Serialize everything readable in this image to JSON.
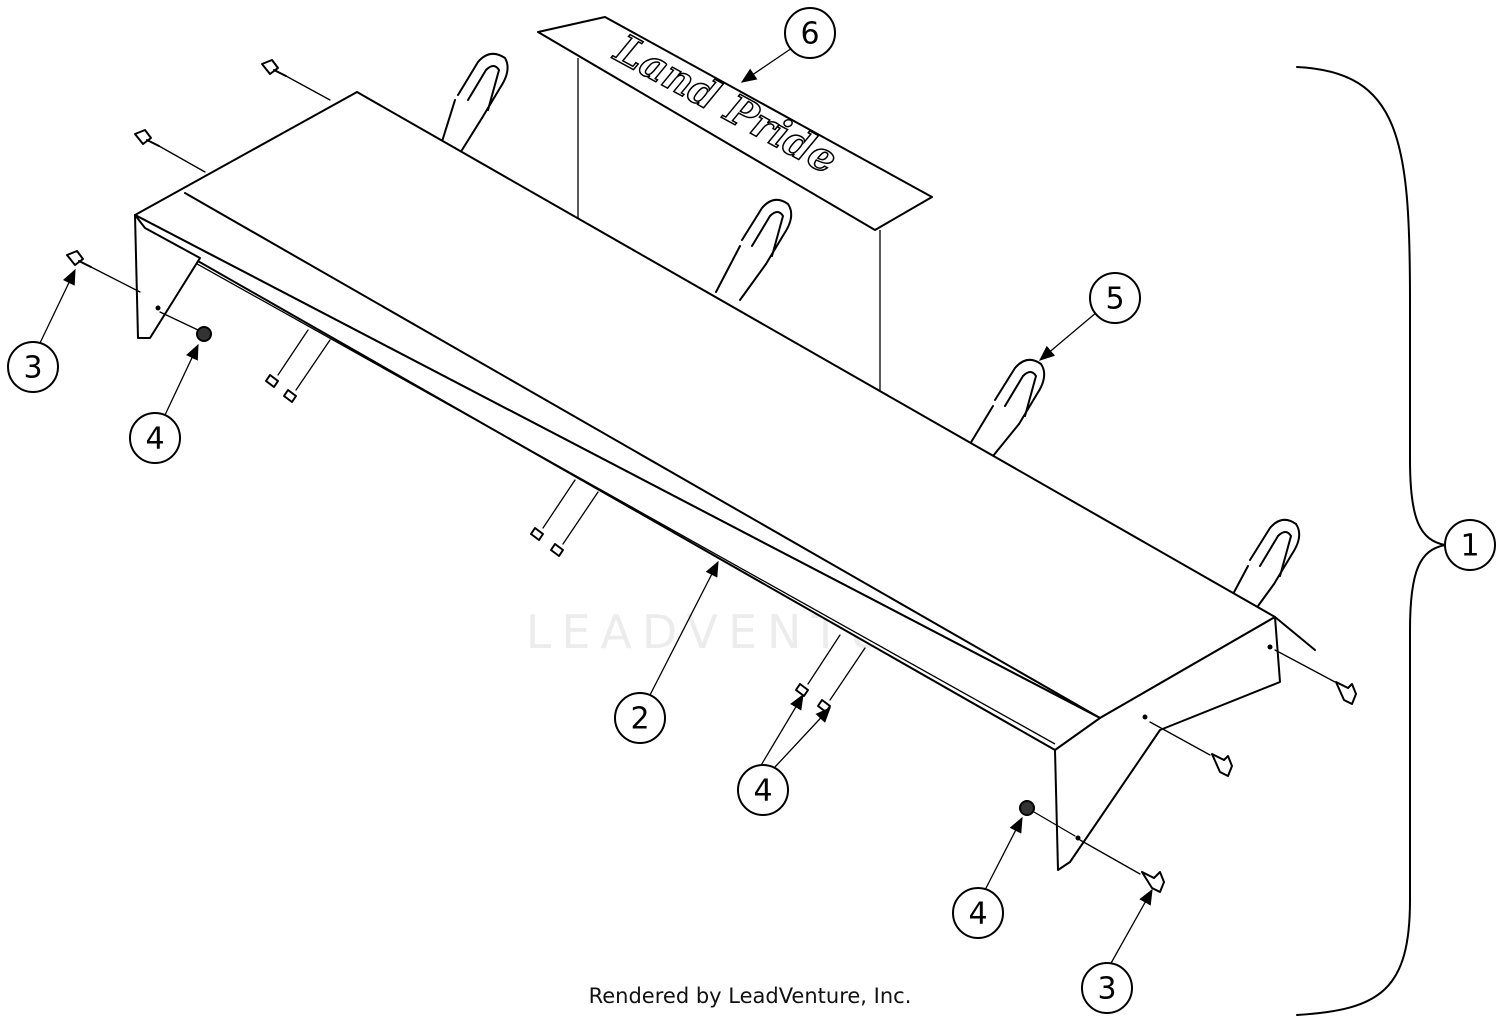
{
  "diagram": {
    "decal_text": "Land Pride",
    "watermark": "LEADVENTURE",
    "footer": "Rendered by LeadVenture, Inc.",
    "callouts": {
      "c1": "1",
      "c2": "2",
      "c3a": "3",
      "c3b": "3",
      "c4a": "4",
      "c4b": "4",
      "c4c": "4",
      "c5": "5",
      "c6": "6"
    }
  }
}
